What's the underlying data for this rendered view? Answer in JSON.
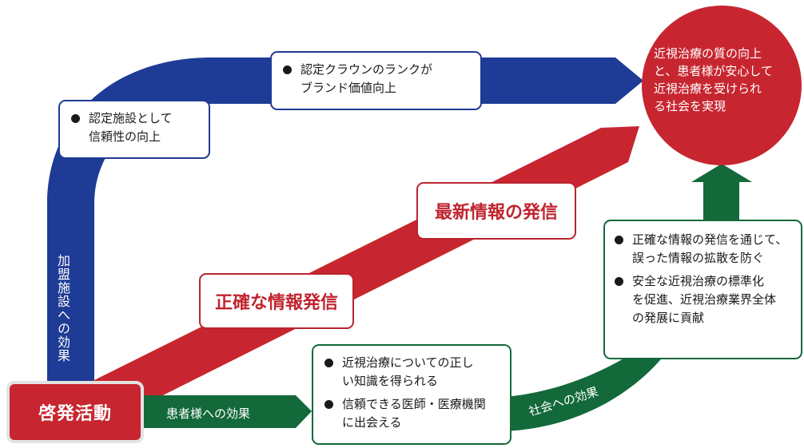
{
  "start_label": "啓発活動",
  "member_effect_label": "加盟施設への効果",
  "patient_effect_label": "患者様への効果",
  "social_effect_label": "社会への効果",
  "goal_text": "近視治療の質の向上\nと、患者様が安心して\n近視治療を受けられ\nる社会を実現",
  "red_labels": {
    "accurate": "正確な情報発信",
    "latest": "最新情報の発信"
  },
  "boxes": {
    "trust": [
      "認定施設として\n信頼性の向上"
    ],
    "rank": [
      "認定クラウンのランクが\nブランド価値向上"
    ],
    "patient": [
      "近視治療についての正し\nい知識を得られる",
      "信頼できる医師・医療機関\nに出会える"
    ],
    "social": [
      "正確な情報の発信を通じて、\n誤った情報の拡散を防ぐ",
      "安全な近視治療の標準化\nを促進、近視治療業界全体\nの発展に貢献"
    ]
  },
  "colors": {
    "blue": "#1e3b95",
    "red": "#c72630",
    "green": "#13693a"
  }
}
